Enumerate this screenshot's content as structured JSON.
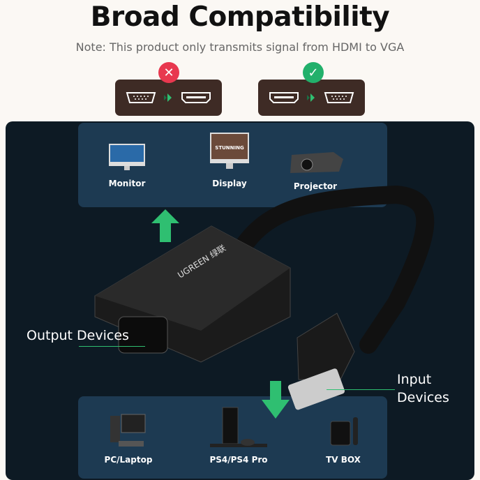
{
  "title": "Broad Compatibility",
  "note": "Note: This product only transmits signal from HDMI to VGA",
  "compat": {
    "wrong_icon": "x-icon",
    "right_icon": "check-icon",
    "wrong_color": "#e8384f",
    "right_color": "#22b06b"
  },
  "output_devices": [
    {
      "label": "Monitor"
    },
    {
      "label": "Display"
    },
    {
      "label": "Projector"
    }
  ],
  "input_devices": [
    {
      "label": "PC/Laptop"
    },
    {
      "label": "PS4/PS4 Pro"
    },
    {
      "label": "TV BOX"
    }
  ],
  "labels": {
    "output": "Output Devices",
    "input": "Input Devices"
  },
  "brand": "UGREEN 绿联",
  "display_screen_text": "STUNNING"
}
